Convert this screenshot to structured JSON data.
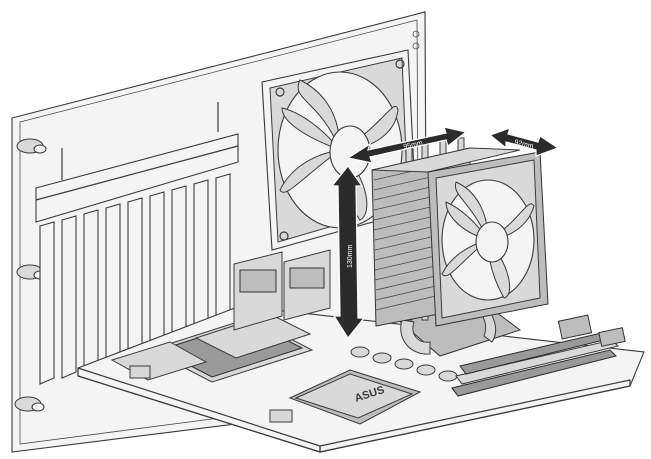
{
  "dimensions": {
    "fan_to_fan_depth": "95mm",
    "fan_width": "92mm",
    "cooler_height": "130mm"
  },
  "colors": {
    "line": "#3a3a3a",
    "arrow": "#2b2b2b",
    "fill_light": "#f4f4f4",
    "fill_mid": "#d9d9d9",
    "fill_dark": "#9a9a9a"
  },
  "board_logo": "ASUS"
}
